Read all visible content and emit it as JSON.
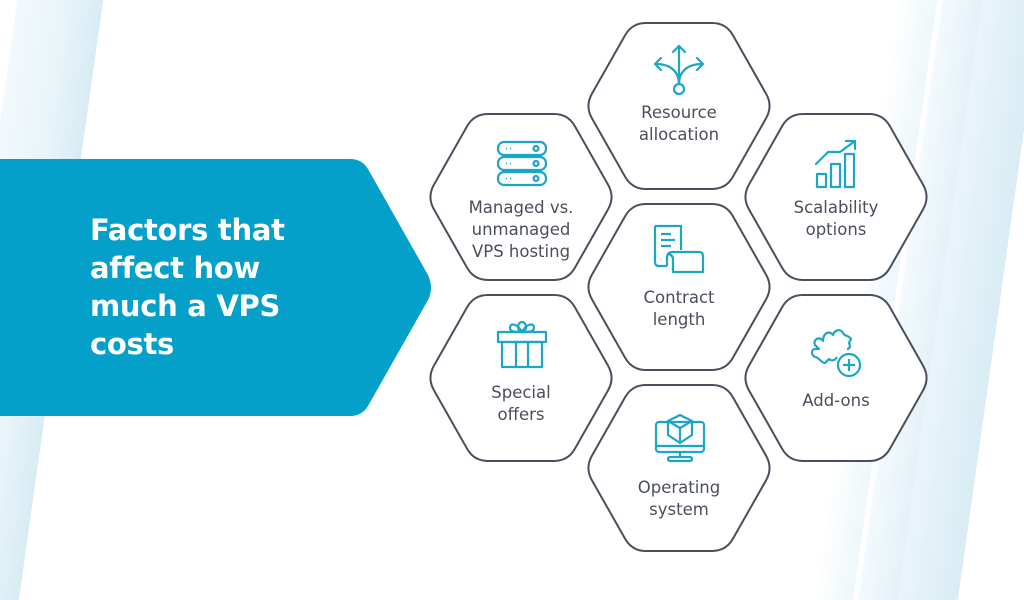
{
  "title": {
    "lines": [
      "Factors that",
      "affect how",
      "much a VPS",
      "costs"
    ]
  },
  "colors": {
    "banner": "#05a0c9",
    "icon": "#1ba6c6",
    "hex_stroke": "#4a4f5c",
    "text": "#4a4f5c"
  },
  "factors": [
    {
      "id": "resource-allocation",
      "icon": "split-arrows-icon",
      "lines": [
        "Resource",
        "allocation"
      ]
    },
    {
      "id": "managed-vs-unmanaged",
      "icon": "server-stack-icon",
      "lines": [
        "Managed vs.",
        "unmanaged",
        "VPS hosting"
      ]
    },
    {
      "id": "scalability-options",
      "icon": "growth-chart-icon",
      "lines": [
        "Scalability",
        "options"
      ]
    },
    {
      "id": "contract-length",
      "icon": "contract-document-icon",
      "lines": [
        "Contract",
        "length"
      ]
    },
    {
      "id": "special-offers",
      "icon": "gift-box-icon",
      "lines": [
        "Special",
        "offers"
      ]
    },
    {
      "id": "add-ons",
      "icon": "puzzle-plus-icon",
      "lines": [
        "Add-ons"
      ]
    },
    {
      "id": "operating-system",
      "icon": "monitor-cube-icon",
      "lines": [
        "Operating",
        "system"
      ]
    }
  ]
}
